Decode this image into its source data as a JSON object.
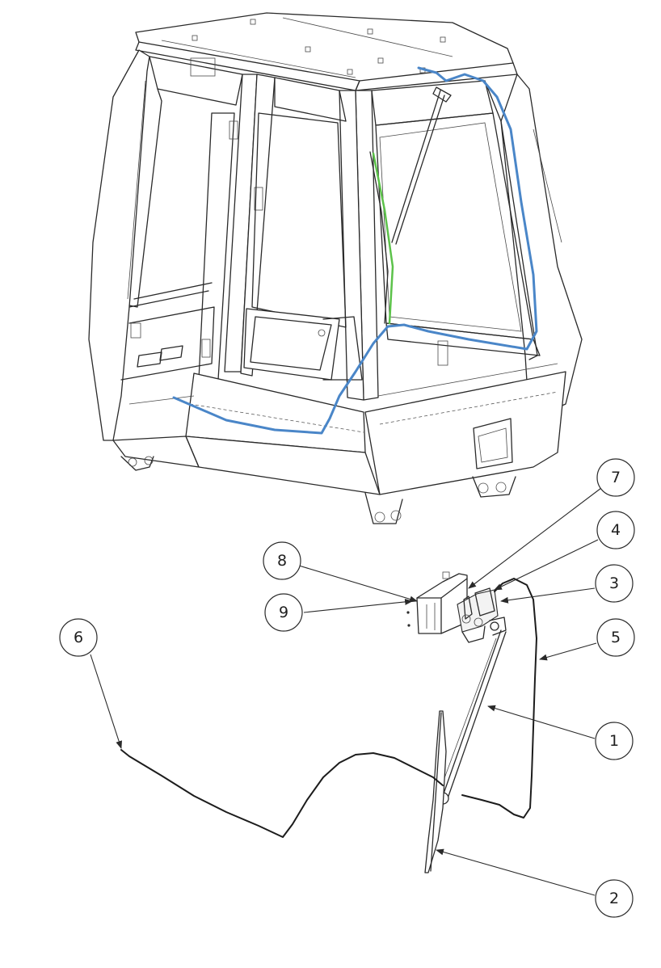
{
  "colors": {
    "harness": "#4a86c8",
    "wiper_arm_highlight": "#5cc24a",
    "line": "#2a2a2a"
  },
  "callouts": [
    {
      "id": "1",
      "label": "1"
    },
    {
      "id": "2",
      "label": "2"
    },
    {
      "id": "3",
      "label": "3"
    },
    {
      "id": "4",
      "label": "4"
    },
    {
      "id": "5",
      "label": "5"
    },
    {
      "id": "6",
      "label": "6"
    },
    {
      "id": "7",
      "label": "7"
    },
    {
      "id": "8",
      "label": "8"
    },
    {
      "id": "9",
      "label": "9"
    }
  ]
}
